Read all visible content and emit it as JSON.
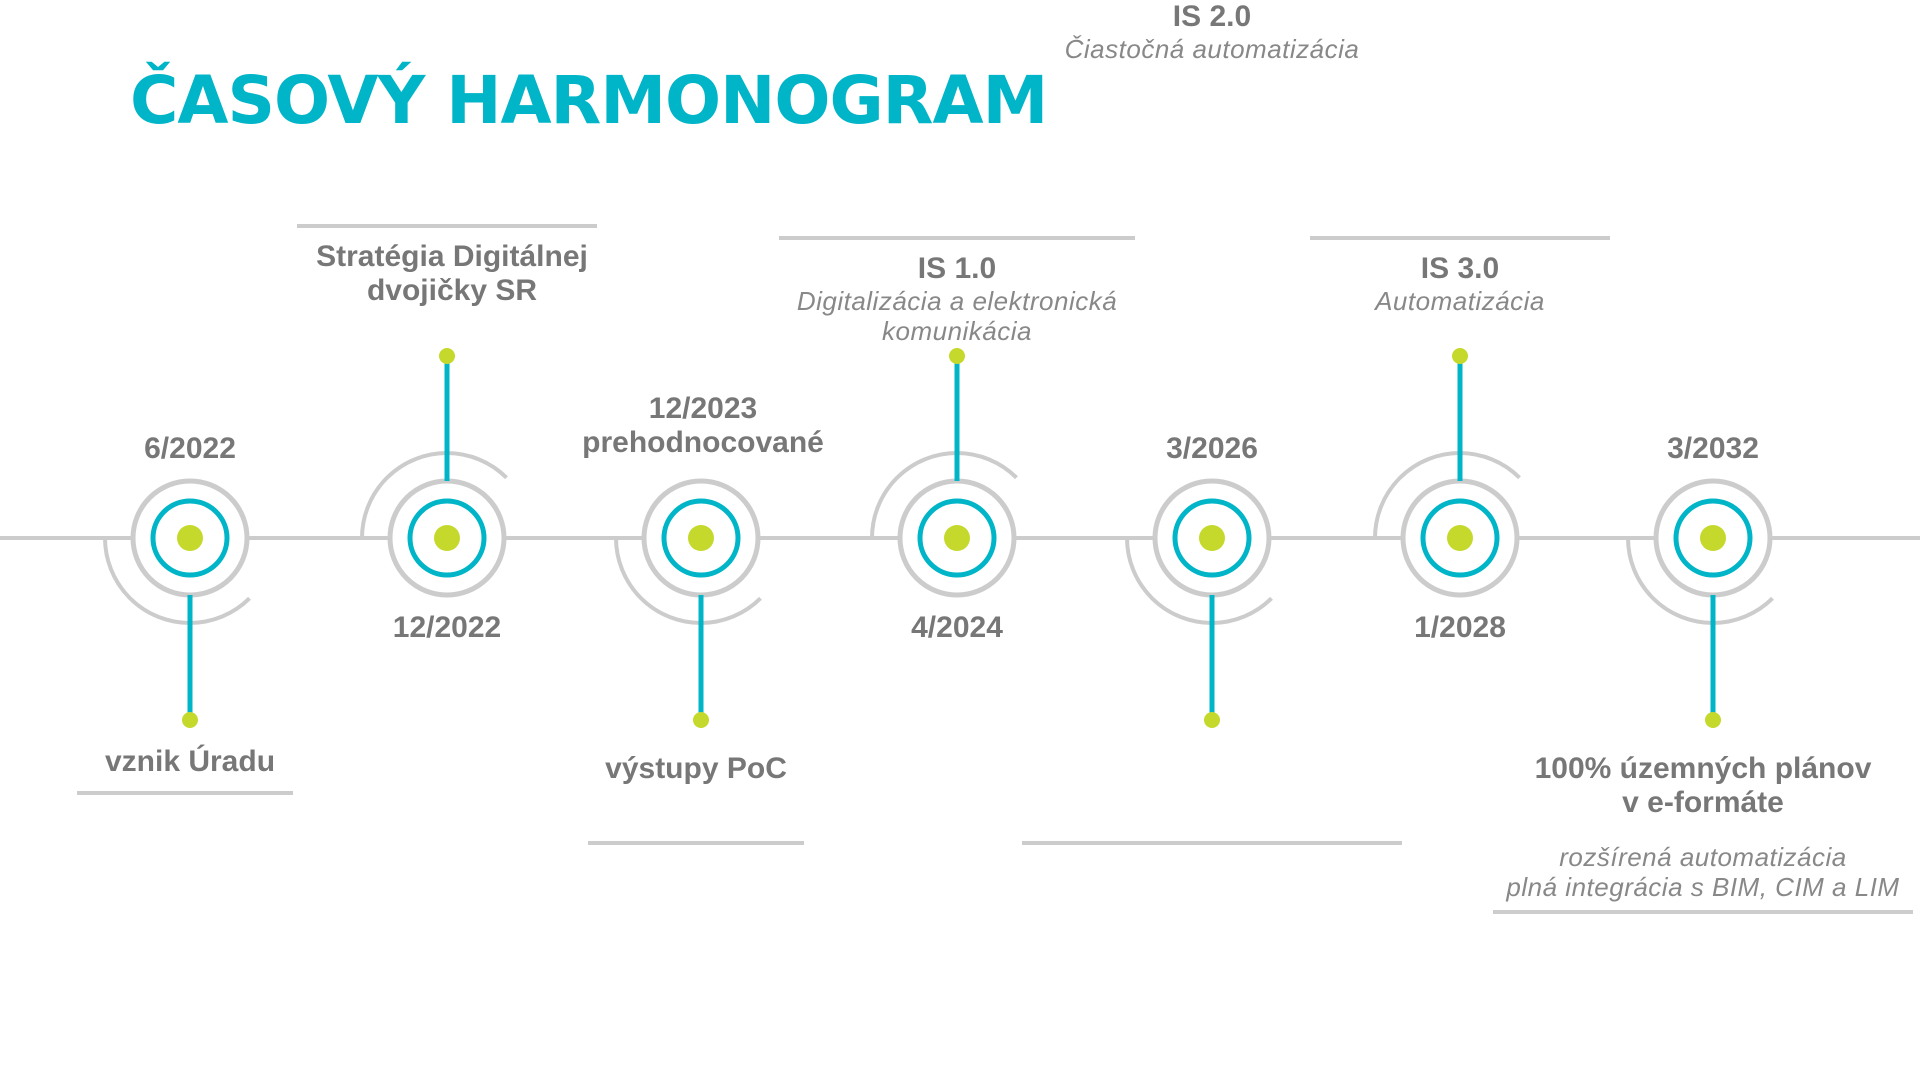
{
  "title": "ČASOVÝ HARMONOGRAM",
  "colors": {
    "accent": "#00b5c7",
    "dot": "#c5d92d",
    "line": "#cccccc",
    "text": "#777777",
    "subtext": "#888888"
  },
  "milestones": [
    {
      "date": "6/2022",
      "date_position": "above",
      "event": "vznik Úradu",
      "subtitle": "",
      "event_position": "below"
    },
    {
      "date": "12/2022",
      "date_position": "below",
      "event": "Stratégia Digitálnej\ndvojičky SR",
      "subtitle": "",
      "event_position": "above"
    },
    {
      "date": "12/2023\nprehodnocované",
      "date_position": "above",
      "event": "výstupy PoC",
      "subtitle": "",
      "event_position": "below"
    },
    {
      "date": "4/2024",
      "date_position": "below",
      "event": "IS 1.0",
      "subtitle": "Digitalizácia a elektronická\nkomunikácia",
      "event_position": "above"
    },
    {
      "date": "3/2026",
      "date_position": "above",
      "event": "IS 2.0",
      "subtitle": "Čiastočná automatizácia",
      "event_position": "below"
    },
    {
      "date": "1/2028",
      "date_position": "below",
      "event": "IS 3.0",
      "subtitle": "Automatizácia",
      "event_position": "above"
    },
    {
      "date": "3/2032",
      "date_position": "above",
      "event": "100% územných plánov\nv e-formáte",
      "subtitle": "rozšírená automatizácia\nplná integrácia s BIM, CIM a LIM",
      "event_position": "below"
    }
  ]
}
